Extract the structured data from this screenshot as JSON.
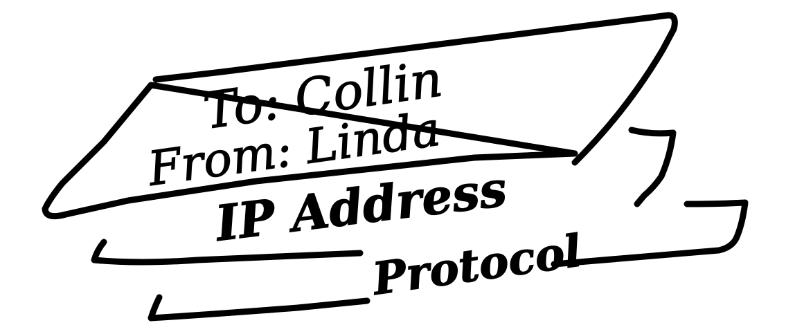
{
  "envelope": {
    "to_text": "To: Collin",
    "from_text": "From: Linda"
  },
  "layers": {
    "ip_label": "IP Address",
    "protocol_label": "Protocol"
  },
  "colors": {
    "ink": "#000000",
    "background": "#ffffff"
  }
}
